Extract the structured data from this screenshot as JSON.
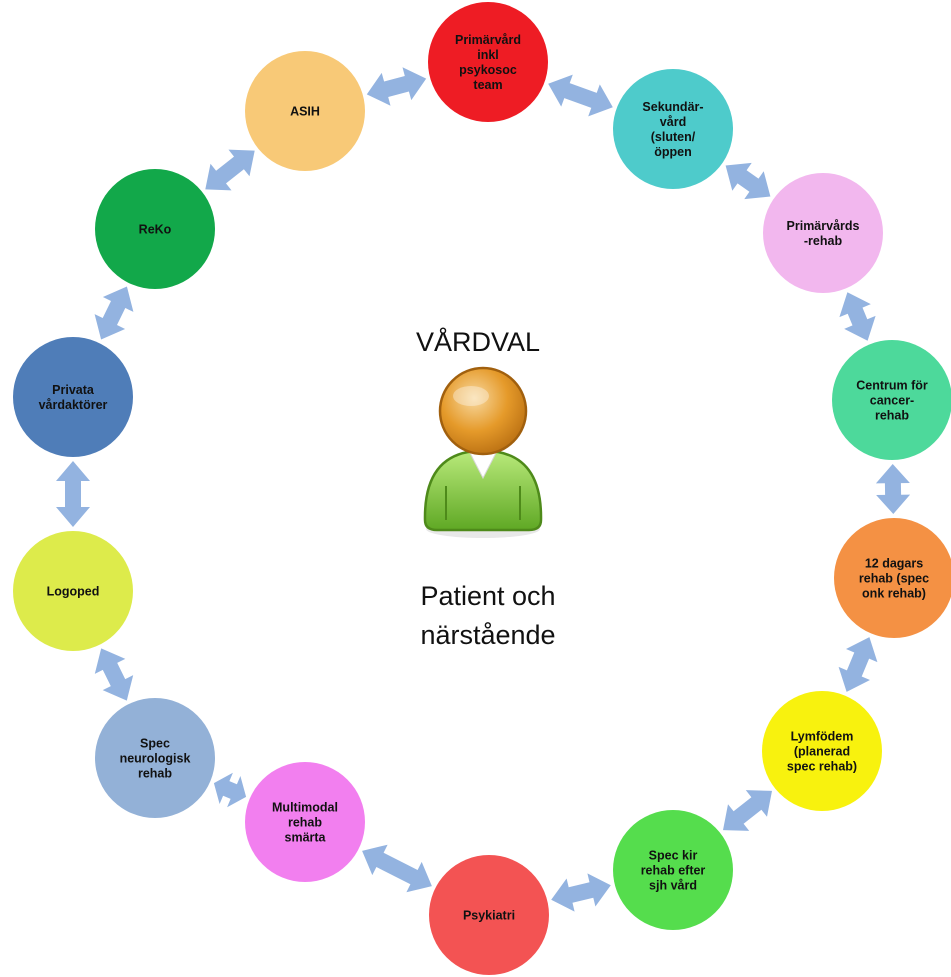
{
  "center": {
    "title": "VÅRDVAL",
    "subtitle_lines": [
      "Patient och",
      "närstående"
    ]
  },
  "nodes": [
    {
      "id": "primarvard",
      "lines": [
        "Primärvård",
        "inkl",
        "psykosoc",
        "team"
      ],
      "color": "#EE1C24"
    },
    {
      "id": "sekundarvard",
      "lines": [
        "Sekundär-",
        "vård",
        "(sluten/",
        "öppen"
      ],
      "color": "#4ECBCB"
    },
    {
      "id": "primarvardsrehab",
      "lines": [
        "Primärvårds",
        "-rehab"
      ],
      "color": "#F2B7EE"
    },
    {
      "id": "centrum-cancerrehab",
      "lines": [
        "Centrum för",
        "cancer-",
        "rehab"
      ],
      "color": "#4DD99B"
    },
    {
      "id": "12-dagars-rehab",
      "lines": [
        "12 dagars",
        "rehab (spec",
        "onk rehab)"
      ],
      "color": "#F49144"
    },
    {
      "id": "lymfodem",
      "lines": [
        "Lymfödem",
        "(planerad",
        "spec rehab)"
      ],
      "color": "#F8F20E"
    },
    {
      "id": "spec-kir-rehab",
      "lines": [
        "Spec kir",
        "rehab efter",
        "sjh vård"
      ],
      "color": "#55DD4D"
    },
    {
      "id": "psykiatri",
      "lines": [
        "Psykiatri"
      ],
      "color": "#F35353"
    },
    {
      "id": "multimodal-rehab",
      "lines": [
        "Multimodal",
        "rehab",
        "smärta"
      ],
      "color": "#F27FEF"
    },
    {
      "id": "spec-neurologisk-rehab",
      "lines": [
        "Spec",
        "neurologisk",
        "rehab"
      ],
      "color": "#93B1D7"
    },
    {
      "id": "logoped",
      "lines": [
        "Logoped"
      ],
      "color": "#DDEB4B"
    },
    {
      "id": "privata-vardaktorer",
      "lines": [
        "Privata",
        "vårdaktörer"
      ],
      "color": "#4F7DB8"
    },
    {
      "id": "reko",
      "lines": [
        "ReKo"
      ],
      "color": "#12A84A"
    },
    {
      "id": "asih",
      "lines": [
        "ASIH"
      ],
      "color": "#F8C977"
    }
  ],
  "connections": [
    [
      "asih",
      "primarvard"
    ],
    [
      "primarvard",
      "sekundarvard"
    ],
    [
      "sekundarvard",
      "primarvardsrehab"
    ],
    [
      "primarvardsrehab",
      "centrum-cancerrehab"
    ],
    [
      "centrum-cancerrehab",
      "12-dagars-rehab"
    ],
    [
      "12-dagars-rehab",
      "lymfodem"
    ],
    [
      "lymfodem",
      "spec-kir-rehab"
    ],
    [
      "spec-kir-rehab",
      "psykiatri"
    ],
    [
      "psykiatri",
      "multimodal-rehab"
    ],
    [
      "multimodal-rehab",
      "spec-neurologisk-rehab"
    ],
    [
      "spec-neurologisk-rehab",
      "logoped"
    ],
    [
      "logoped",
      "privata-vardaktorer"
    ],
    [
      "privata-vardaktorer",
      "reko"
    ],
    [
      "reko",
      "asih"
    ]
  ],
  "colors": {
    "arrow": "#93B3E0",
    "person_head": "#E59A2A",
    "person_body": "#7DC83A"
  },
  "icons": {
    "center": "person-icon"
  }
}
